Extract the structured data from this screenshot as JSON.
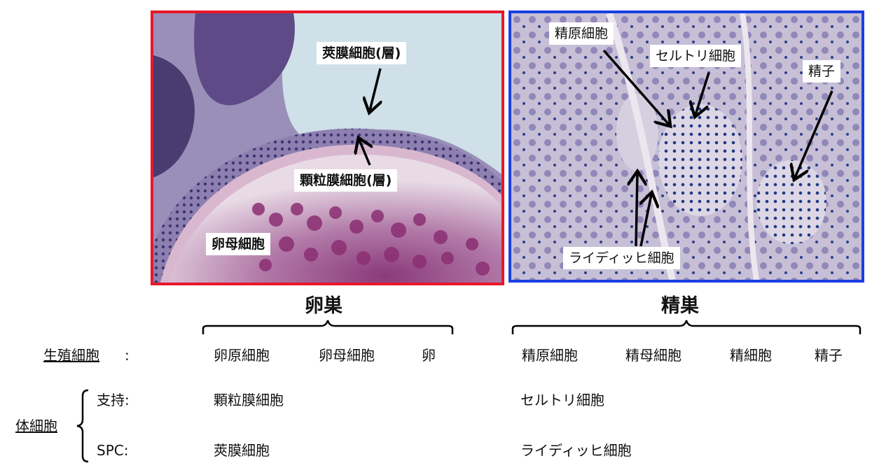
{
  "ovary": {
    "title": "卵巣",
    "labels": {
      "theca": "莢膜細胞(層)",
      "granulosa": "顆粒膜細胞(層)",
      "oocyte": "卵母細胞"
    }
  },
  "testis": {
    "title": "精巣",
    "labels": {
      "spermatogonia": "精原細胞",
      "sertoli": "セルトリ細胞",
      "sperm": "精子",
      "leydig": "ライディッヒ細胞"
    }
  },
  "table": {
    "germ_label": "生殖細胞",
    "germ_colon": ":",
    "somatic_label": "体細胞",
    "support_label": "支持:",
    "spc_label": "SPC:",
    "ovary_germ": [
      "卵原細胞",
      "卵母細胞",
      "卵"
    ],
    "testis_germ": [
      "精原細胞",
      "精母細胞",
      "精細胞",
      "精子"
    ],
    "ovary_support": "顆粒膜細胞",
    "ovary_spc": "莢膜細胞",
    "testis_support": "セルトリ細胞",
    "testis_spc": "ライディッヒ細胞"
  },
  "colors": {
    "ovary_border": "#e8172a",
    "testis_border": "#1a3fe0",
    "stain_purple": "#6b4f8f",
    "stain_pink": "#c98fb3"
  }
}
